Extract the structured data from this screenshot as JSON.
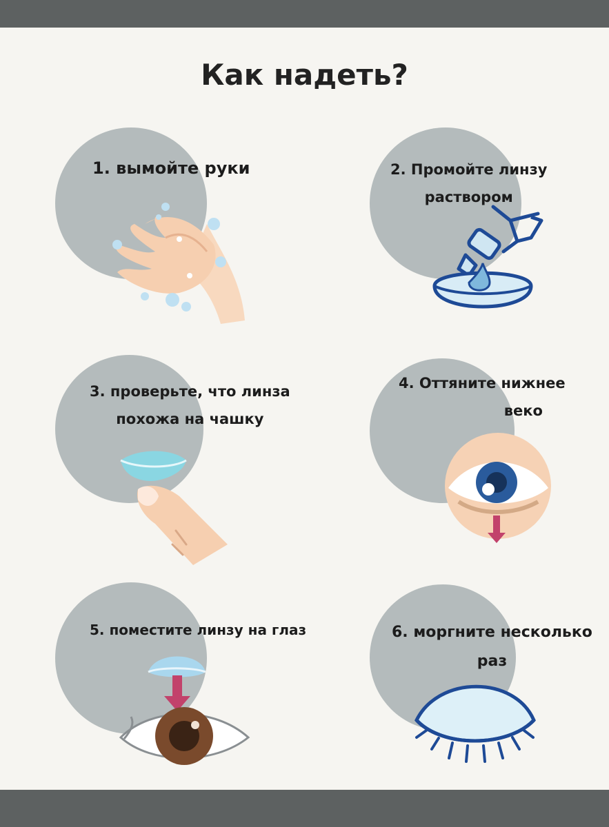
{
  "title": "Как надеть?",
  "steps": [
    {
      "line1": "1. вымойте руки",
      "line2": "",
      "icon": "washing-hands-icon"
    },
    {
      "line1": "2. Промойте линзу",
      "line2": "раствором",
      "icon": "lens-solution-icon"
    },
    {
      "line1": "3. проверьте, что линза",
      "line2": "похожа на чашку",
      "icon": "lens-on-finger-icon"
    },
    {
      "line1": "4. Оттяните нижнее",
      "line2": "веко",
      "icon": "eye-pull-lid-icon"
    },
    {
      "line1": "5. поместите линзу на глаз",
      "line2": "",
      "icon": "lens-onto-eye-icon"
    },
    {
      "line1": "6. моргните несколько",
      "line2": "раз",
      "icon": "blinking-eye-icon"
    }
  ],
  "colors": {
    "circle": "#b4bbbc",
    "background": "#f6f5f1",
    "bars": "#5d6161",
    "accent_blue": "#1e4a96",
    "arrow": "#c2426b"
  }
}
